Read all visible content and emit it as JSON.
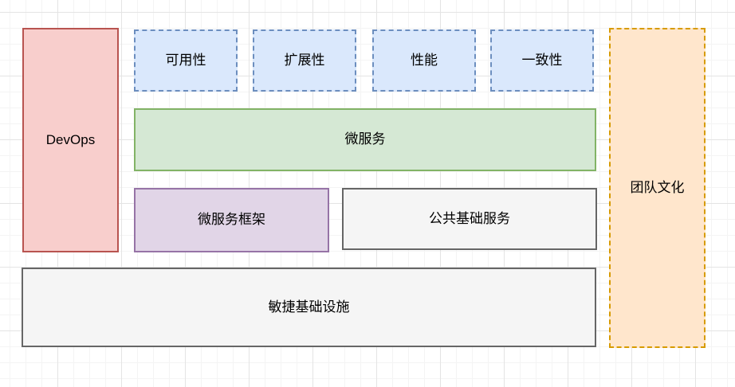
{
  "diagram": {
    "nodes": {
      "devops": {
        "label": "DevOps",
        "fill": "#f8cecc",
        "border": "#b85450",
        "border_style": "solid"
      },
      "availability": {
        "label": "可用性",
        "fill": "#dae8fc",
        "border": "#6c8ebf",
        "border_style": "dashed"
      },
      "scalability": {
        "label": "扩展性",
        "fill": "#dae8fc",
        "border": "#6c8ebf",
        "border_style": "dashed"
      },
      "performance": {
        "label": "性能",
        "fill": "#dae8fc",
        "border": "#6c8ebf",
        "border_style": "dashed"
      },
      "consistency": {
        "label": "一致性",
        "fill": "#dae8fc",
        "border": "#6c8ebf",
        "border_style": "dashed"
      },
      "microservices": {
        "label": "微服务",
        "fill": "#d5e8d4",
        "border": "#82b366",
        "border_style": "solid"
      },
      "microservice_framework": {
        "label": "微服务框架",
        "fill": "#e1d5e7",
        "border": "#9673a6",
        "border_style": "solid"
      },
      "common_base_services": {
        "label": "公共基础服务",
        "fill": "#f5f5f5",
        "border": "#666666",
        "border_style": "solid"
      },
      "agile_infrastructure": {
        "label": "敏捷基础设施",
        "fill": "#f5f5f5",
        "border": "#666666",
        "border_style": "solid"
      },
      "team_culture": {
        "label": "团队文化",
        "fill": "#ffe6cc",
        "border": "#d79b00",
        "border_style": "dashed"
      }
    },
    "text_color": "#000000"
  }
}
